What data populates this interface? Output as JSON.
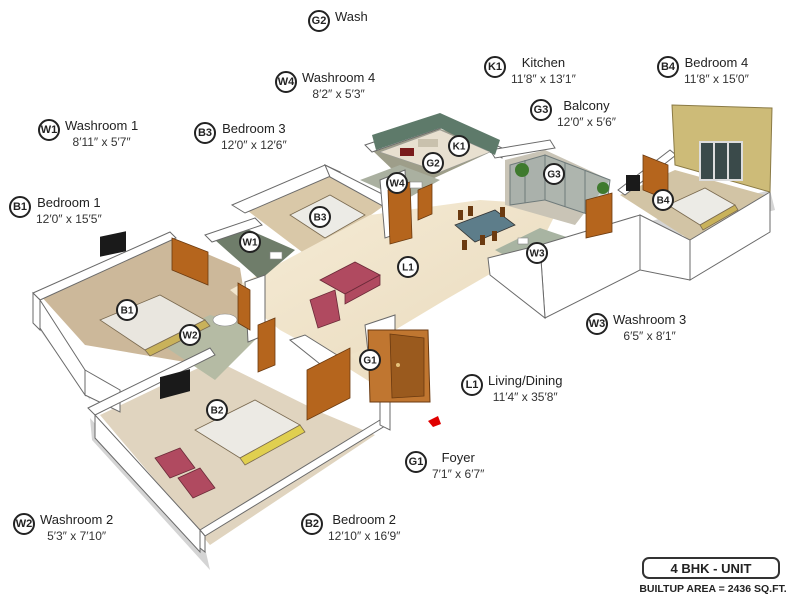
{
  "legend": [
    {
      "code": "G2",
      "name": "Wash",
      "dims": ""
    },
    {
      "code": "W4",
      "name": "Washroom 4",
      "dims": "8′2″ x 5′3″"
    },
    {
      "code": "K1",
      "name": "Kitchen",
      "dims": "11′8″ x 13′1″"
    },
    {
      "code": "B4",
      "name": "Bedroom 4",
      "dims": "11′8″ x 15′0″"
    },
    {
      "code": "G3",
      "name": "Balcony",
      "dims": "12′0″ x 5′6″"
    },
    {
      "code": "W1",
      "name": "Washroom 1",
      "dims": "8′11″ x 5′7″"
    },
    {
      "code": "B3",
      "name": "Bedroom 3",
      "dims": "12′0″ x 12′6″"
    },
    {
      "code": "B1",
      "name": "Bedroom 1",
      "dims": "12′0″ x 15′5″"
    },
    {
      "code": "W3",
      "name": "Washroom 3",
      "dims": "6′5″ x 8′1″"
    },
    {
      "code": "L1",
      "name": "Living/Dining",
      "dims": "11′4″ x 35′8″"
    },
    {
      "code": "G1",
      "name": "Foyer",
      "dims": "7′1″ x 6′7″"
    },
    {
      "code": "W2",
      "name": "Washroom 2",
      "dims": "5′3″ x 7′10″"
    },
    {
      "code": "B2",
      "name": "Bedroom 2",
      "dims": "12′10″ x 16′9″"
    }
  ],
  "markers": {
    "K1": "K1",
    "G2": "G2",
    "G3": "G3",
    "W4": "W4",
    "B3": "B3",
    "B4": "B4",
    "W1": "W1",
    "L1": "L1",
    "W3": "W3",
    "B1": "B1",
    "W2": "W2",
    "G1": "G1",
    "B2": "B2"
  },
  "unit": {
    "label": "4 BHK - UNIT",
    "area": "BUILTUP AREA = 2436 SQ.FT."
  },
  "colors": {
    "accent": "#e00000",
    "wall": "#ffffff",
    "wood": "#b5651d",
    "bedroom4_wall": "#cdbb78",
    "sofa": "#b04a60"
  }
}
